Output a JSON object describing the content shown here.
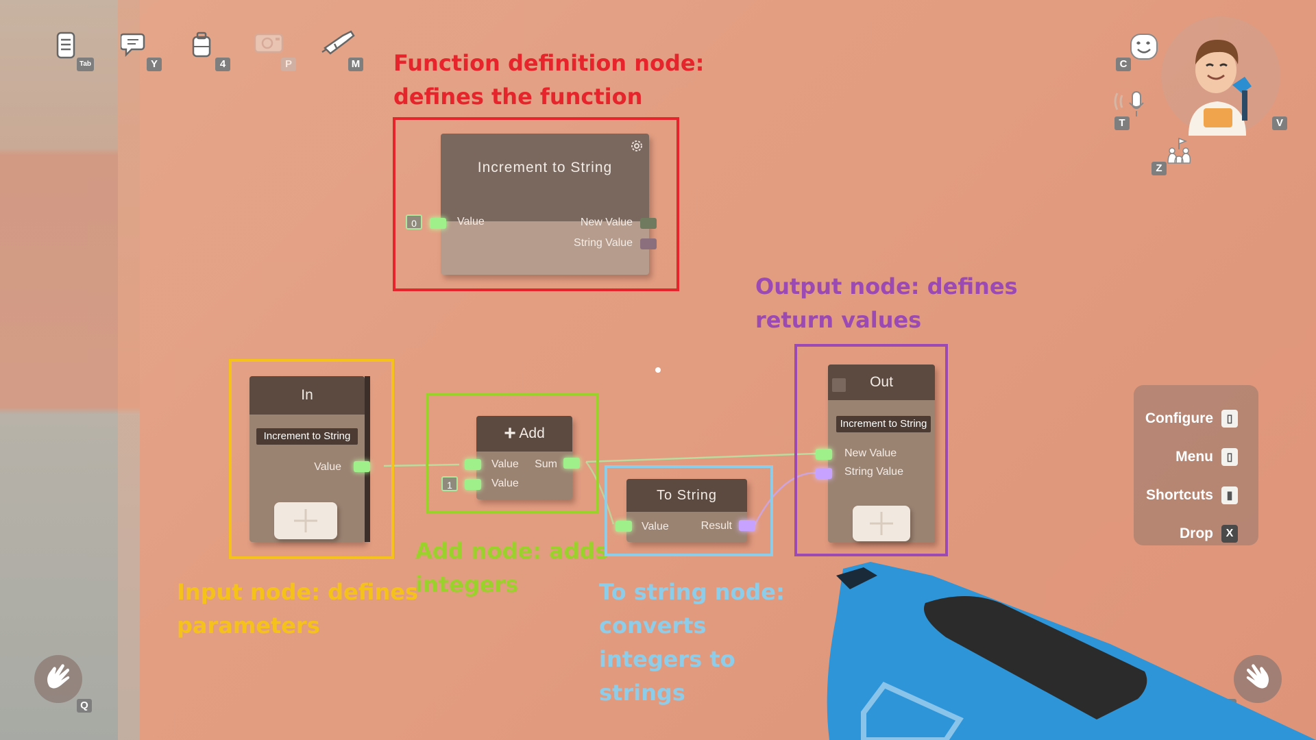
{
  "hud": {
    "tools": [
      {
        "icon": "list-clipboard-icon",
        "key": "Tab"
      },
      {
        "icon": "chat-bubbles-icon",
        "key": "Y"
      },
      {
        "icon": "backpack-icon",
        "key": "4"
      },
      {
        "icon": "camera-icon",
        "key": "P"
      },
      {
        "icon": "maker-pen-icon",
        "key": "M"
      }
    ],
    "right": {
      "emote_key": "C",
      "voice_key": "T",
      "avatar_key": "V",
      "party_key": "Z"
    },
    "left_hand_key": "Q",
    "right_hand_key": "E"
  },
  "annotations": {
    "function_def": {
      "line1": "Function definition node:",
      "line2": "defines the function",
      "color": "#e5242b"
    },
    "output": {
      "line1": "Output node: defines",
      "line2": "return values",
      "color": "#9b4ab3"
    },
    "input": {
      "line1": "Input node: defines",
      "line2": "parameters",
      "color": "#f5c21b"
    },
    "add": {
      "line1": "Add node: adds",
      "line2": "integers",
      "color": "#9ad12a"
    },
    "to_string": {
      "line1": "To string node:",
      "line2": "converts",
      "line3": "integers to",
      "line4": "strings",
      "color": "#8ecdea"
    }
  },
  "nodes": {
    "function_def": {
      "title": "Increment to String",
      "input_value": "0",
      "input_label": "Value",
      "out1": "New Value",
      "out2": "String Value"
    },
    "input": {
      "title": "In",
      "pill": "Increment to String",
      "port": "Value"
    },
    "add": {
      "title": "Add",
      "in1": "Value",
      "in2": "Value",
      "out": "Sum",
      "const": "1"
    },
    "to_string": {
      "title": "To String",
      "in": "Value",
      "out": "Result"
    },
    "output": {
      "title": "Out",
      "pill": "Increment to String",
      "in1": "New Value",
      "in2": "String Value"
    }
  },
  "menu": {
    "items": [
      {
        "label": "Configure",
        "key": ""
      },
      {
        "label": "Menu",
        "key": ""
      },
      {
        "label": "Shortcuts",
        "key": ""
      },
      {
        "label": "Drop",
        "key": "X"
      }
    ]
  }
}
